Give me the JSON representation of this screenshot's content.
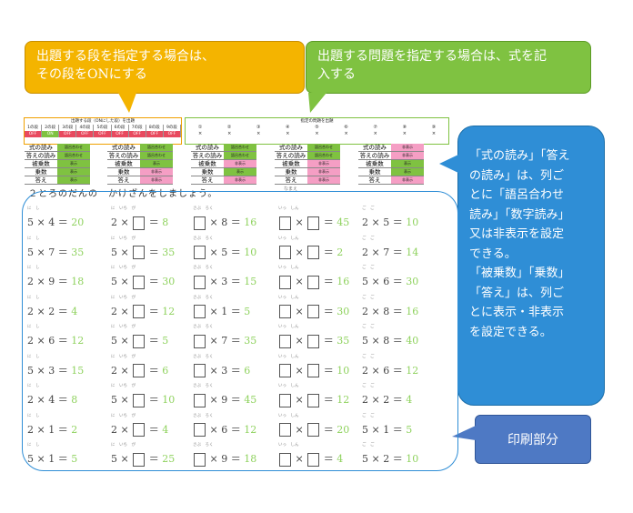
{
  "callouts": {
    "dan": [
      "出題する段を指定する場合は、",
      "その段をONにする"
    ],
    "question": [
      "出題する問題を指定する場合は、式を記",
      "入する"
    ],
    "columns": [
      "「式の読み」「答え",
      "の読み」は、列ご",
      "とに「語呂合わせ",
      "読み」「数字読み」",
      "又は非表示を設定",
      "できる。",
      "「被乗数」「乗数」",
      "「答え」は、列ご",
      "とに表示・非表示",
      "を設定できる。"
    ],
    "print": "印刷部分"
  },
  "dan_setting": {
    "title": "出題する段（ONにした段）を出題",
    "labels": [
      "1の段",
      "2の段",
      "3の段",
      "4の段",
      "5の段",
      "6の段",
      "7の段",
      "8の段",
      "9の段"
    ],
    "states": [
      "OFF",
      "ON",
      "OFF",
      "OFF",
      "OFF",
      "OFF",
      "OFF",
      "OFF",
      "OFF"
    ]
  },
  "question_setting": {
    "title": "指定の問題を出題",
    "numbers": [
      "①",
      "②",
      "③",
      "④",
      "⑤",
      "⑥",
      "⑦",
      "⑧",
      "⑨"
    ],
    "marks": [
      "×",
      "×",
      "×",
      "×",
      "×",
      "×",
      "×",
      "×",
      "×"
    ]
  },
  "column_settings": [
    {
      "rows": [
        [
          "式の読み",
          "語呂合わせ",
          "green"
        ],
        [
          "答えの読み",
          "語呂合わせ",
          "green"
        ],
        [
          "被乗数",
          "表示",
          "green"
        ],
        [
          "乗数",
          "表示",
          "green"
        ],
        [
          "答え",
          "表示",
          "green"
        ]
      ]
    },
    {
      "rows": [
        [
          "式の読み",
          "語呂合わせ",
          "green"
        ],
        [
          "答えの読み",
          "語呂合わせ",
          "green"
        ],
        [
          "被乗数",
          "表示",
          "green"
        ],
        [
          "乗数",
          "非表示",
          "pink"
        ],
        [
          "答え",
          "非表示",
          "pink"
        ]
      ]
    },
    {
      "rows": [
        [
          "式の読み",
          "語呂合わせ",
          "green"
        ],
        [
          "答えの読み",
          "語呂合わせ",
          "green"
        ],
        [
          "被乗数",
          "非表示",
          "pink"
        ],
        [
          "乗数",
          "表示",
          "green"
        ],
        [
          "答え",
          "非表示",
          "pink"
        ]
      ]
    },
    {
      "rows": [
        [
          "式の読み",
          "語呂合わせ",
          "green"
        ],
        [
          "答えの読み",
          "語呂合わせ",
          "green"
        ],
        [
          "被乗数",
          "非表示",
          "pink"
        ],
        [
          "乗数",
          "非表示",
          "pink"
        ],
        [
          "答え",
          "非表示",
          "pink"
        ]
      ]
    },
    {
      "rows": [
        [
          "式の読み",
          "非表示",
          "pink"
        ],
        [
          "答えの読み",
          "非表示",
          "pink"
        ],
        [
          "被乗数",
          "表示",
          "green"
        ],
        [
          "乗数",
          "表示",
          "green"
        ],
        [
          "答え",
          "非表示",
          "pink"
        ]
      ]
    }
  ],
  "worksheet": {
    "title": "２とろのだんの　かけざんをしましょう。",
    "name_label": "なまえ",
    "rows": [
      [
        [
          "5",
          "4",
          "20"
        ],
        [
          "2",
          "",
          "8"
        ],
        [
          "",
          "8",
          "16"
        ],
        [
          "",
          "",
          "45"
        ],
        [
          "2",
          "5",
          "10"
        ]
      ],
      [
        [
          "5",
          "7",
          "35"
        ],
        [
          "5",
          "",
          "35"
        ],
        [
          "",
          "5",
          "10"
        ],
        [
          "",
          "",
          "2"
        ],
        [
          "2",
          "7",
          "14"
        ]
      ],
      [
        [
          "2",
          "9",
          "18"
        ],
        [
          "5",
          "",
          "30"
        ],
        [
          "",
          "3",
          "15"
        ],
        [
          "",
          "",
          "16"
        ],
        [
          "5",
          "6",
          "30"
        ]
      ],
      [
        [
          "2",
          "2",
          "4"
        ],
        [
          "2",
          "",
          "12"
        ],
        [
          "",
          "1",
          "5"
        ],
        [
          "",
          "",
          "30"
        ],
        [
          "2",
          "8",
          "16"
        ]
      ],
      [
        [
          "2",
          "6",
          "12"
        ],
        [
          "5",
          "",
          "5"
        ],
        [
          "",
          "7",
          "35"
        ],
        [
          "",
          "",
          "35"
        ],
        [
          "5",
          "8",
          "40"
        ]
      ],
      [
        [
          "5",
          "3",
          "15"
        ],
        [
          "2",
          "",
          "6"
        ],
        [
          "",
          "3",
          "6"
        ],
        [
          "",
          "",
          "10"
        ],
        [
          "2",
          "6",
          "12"
        ]
      ],
      [
        [
          "2",
          "4",
          "8"
        ],
        [
          "5",
          "",
          "10"
        ],
        [
          "",
          "9",
          "45"
        ],
        [
          "",
          "",
          "12"
        ],
        [
          "2",
          "2",
          "4"
        ]
      ],
      [
        [
          "2",
          "1",
          "2"
        ],
        [
          "2",
          "",
          "4"
        ],
        [
          "",
          "6",
          "12"
        ],
        [
          "",
          "",
          "20"
        ],
        [
          "5",
          "1",
          "5"
        ]
      ],
      [
        [
          "5",
          "1",
          "5"
        ],
        [
          "5",
          "",
          "25"
        ],
        [
          "",
          "9",
          "18"
        ],
        [
          "",
          "",
          "4"
        ],
        [
          "5",
          "2",
          "10"
        ]
      ]
    ],
    "times": "×",
    "equals": "＝"
  }
}
